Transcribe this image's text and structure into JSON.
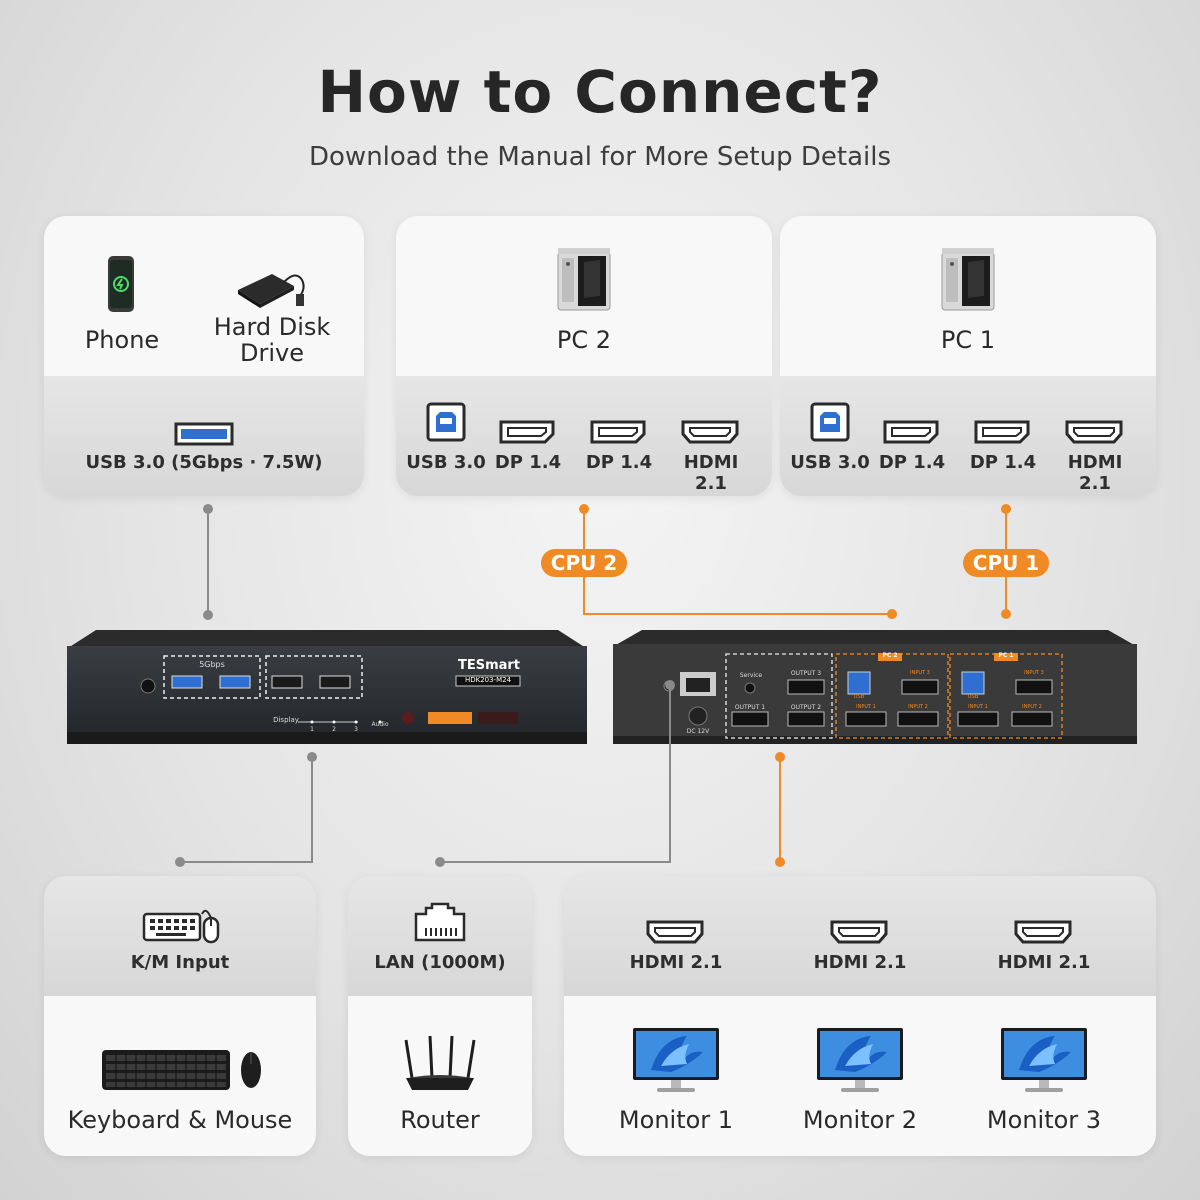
{
  "header": {
    "title": "How to Connect?",
    "subtitle": "Download the Manual for More Setup Details"
  },
  "top_left": {
    "devices": [
      "Phone",
      "Hard Disk\nDrive"
    ],
    "port": "USB 3.0 (5Gbps · 7.5W)"
  },
  "pc2": {
    "name": "PC 2",
    "ports": [
      "USB 3.0",
      "DP 1.4",
      "DP 1.4",
      "HDMI 2.1"
    ]
  },
  "pc1": {
    "name": "PC 1",
    "ports": [
      "USB 3.0",
      "DP 1.4",
      "DP 1.4",
      "HDMI 2.1"
    ]
  },
  "badges": {
    "cpu2": "CPU 2",
    "cpu1": "CPU 1"
  },
  "front_panel": {
    "brand": "TESmart",
    "model": "HDK203-M24",
    "usb_label": "5Gbps",
    "display_label": "Display",
    "audio_label": "Audio",
    "display_numbers": [
      "1",
      "2",
      "3"
    ]
  },
  "rear_panel": {
    "service": "Service",
    "dc": "DC 12V",
    "pc2_tag": "PC 2",
    "pc1_tag": "PC 1",
    "output1": "OUTPUT 1",
    "output2": "OUTPUT 2",
    "output3": "OUTPUT 3",
    "input1": "INPUT 1",
    "input2": "INPUT 2",
    "input3": "INPUT 3",
    "usb": "USB"
  },
  "km": {
    "port": "K/M Input",
    "device": "Keyboard & Mouse"
  },
  "lan": {
    "port": "LAN (1000M)",
    "device": "Router"
  },
  "monitors": {
    "ports": [
      "HDMI 2.1",
      "HDMI 2.1",
      "HDMI 2.1"
    ],
    "devices": [
      "Monitor 1",
      "Monitor 2",
      "Monitor 3"
    ]
  },
  "colors": {
    "accent": "#f08a24",
    "wire": "#8a8a8a",
    "usb_blue": "#2f6fd1"
  }
}
